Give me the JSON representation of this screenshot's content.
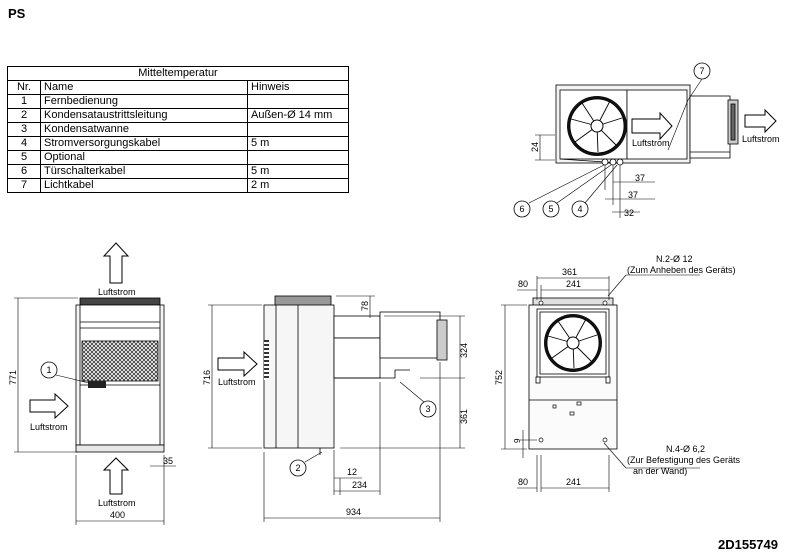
{
  "title": "PS",
  "drawing_code": "2D155749",
  "table": {
    "caption": "Mitteltemperatur",
    "headers": [
      "Nr.",
      "Name",
      "Hinweis"
    ],
    "rows": [
      {
        "nr": "1",
        "name": "Fernbedienung",
        "hint": ""
      },
      {
        "nr": "2",
        "name": "Kondensataustrittsleitung",
        "hint": "Außen-Ø 14 mm"
      },
      {
        "nr": "3",
        "name": "Kondensatwanne",
        "hint": ""
      },
      {
        "nr": "4",
        "name": "Stromversorgungskabel",
        "hint": "5 m"
      },
      {
        "nr": "5",
        "name": "Optional",
        "hint": ""
      },
      {
        "nr": "6",
        "name": "Türschalterkabel",
        "hint": "5 m"
      },
      {
        "nr": "7",
        "name": "Lichtkabel",
        "hint": "2 m"
      }
    ]
  },
  "labels": {
    "luftstrom": "Luftstrom",
    "holes_lift": "N.2-Ø 12",
    "holes_lift_note": "(Zum Anheben des Geräts)",
    "holes_wall": "N.4-Ø 6,2",
    "holes_wall_note1": "(Zur Befestigung des Geräts",
    "holes_wall_note2": "an der Wand)"
  },
  "callouts": [
    "1",
    "2",
    "3",
    "4",
    "5",
    "6",
    "7"
  ],
  "dimensions": {
    "front_height": "771",
    "front_width": "400",
    "front_35": "35",
    "side_716": "716",
    "side_78": "78",
    "side_324": "324",
    "side_361": "361",
    "side_12": "12",
    "side_234": "234",
    "side_934": "934",
    "back_361": "361",
    "back_80": "80",
    "back_241": "241",
    "back_752": "752",
    "back_9": "9",
    "back_80b": "80",
    "back_241b": "241",
    "top_24": "24",
    "top_37a": "37",
    "top_37b": "37",
    "top_32": "32"
  }
}
